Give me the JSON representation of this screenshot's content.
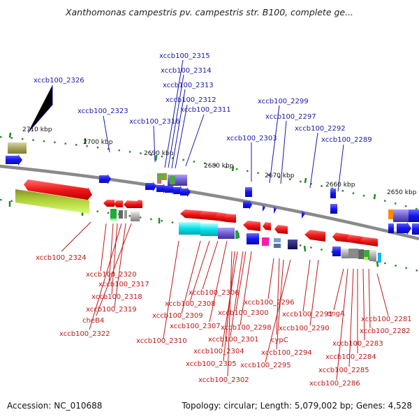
{
  "title": "Xanthomonas campestris pv. campestris str. B100, complete ge...",
  "accession": "Accession: NC_010688",
  "topology": "Topology: circular; Length: 5,079,002 bp; Genes: 4,528",
  "colors": {
    "top_label": "#1a1aa8",
    "bottom_label": "#c01818",
    "forward_gene": "#1515ee",
    "reverse_gene": "#ee1515",
    "backbone": "#808080",
    "tick": "#1f8a1f"
  },
  "scale_labels": [
    "2710 kbp",
    "2700 kbp",
    "2690 kbp",
    "2680 kbp",
    "2670 kbp",
    "2660 kbp",
    "2650 kbp"
  ],
  "top_labels": [
    "xccb100_2326",
    "xccb100_2315",
    "xccb100_2314",
    "xccb100_2313",
    "xccb100_2312",
    "xccb100_2311",
    "xccb100_2316",
    "xccb100_2323",
    "xccb100_2299",
    "xccb100_2297",
    "xccb100_2292",
    "xccb100_2303",
    "xccb100_2289"
  ],
  "bottom_labels": [
    "xccb100_2324",
    "xccb100_2320",
    "xccb100_2317",
    "xccb100_2318",
    "xccb100_2319",
    "cheB4",
    "xccb100_2322",
    "xccb100_2306",
    "xccb100_2308",
    "xccb100_2309",
    "xccb100_2307",
    "xccb100_2310",
    "xccb100_2300",
    "xccb100_2296",
    "xccb100_2298",
    "xccb100_2301",
    "cypC",
    "xccb100_2304",
    "xccb100_2305",
    "xccb100_2302",
    "xccb100_2294",
    "xccb100_2295",
    "xccb100_2291",
    "xccb100_2290",
    "engA",
    "xccb100_2281",
    "xccb100_2282",
    "xccb100_2283",
    "xccb100_2284",
    "xccb100_2285",
    "xccb100_2286"
  ]
}
